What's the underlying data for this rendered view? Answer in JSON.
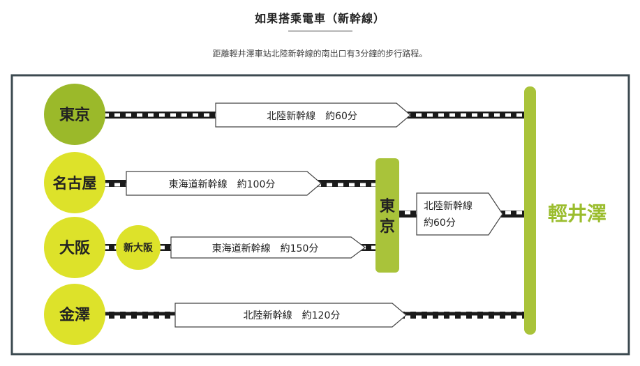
{
  "header": {
    "title": "如果搭乘電車（新幹線）",
    "subtitle": "距離輕井澤車站北陸新幹線的南出口有3分鐘的步行路程。"
  },
  "stations": {
    "tokyo_origin": "東京",
    "nagoya": "名古屋",
    "osaka": "大阪",
    "shin_osaka": "新大阪",
    "kanazawa": "金澤",
    "tokyo_hub": "東京",
    "karuizawa": "輕井澤"
  },
  "routes": {
    "tokyo_karuizawa": "北陸新幹線　約60分",
    "nagoya_tokyo": "東海道新幹線　約100分",
    "osaka_tokyo": "東海道新幹線　約150分",
    "tokyo_hub_karuizawa_line": "北陸新幹線",
    "tokyo_hub_karuizawa_time": "約60分",
    "kanazawa_karuizawa": "北陸新幹線　約120分"
  },
  "colors": {
    "olive_green": "#9bb92a",
    "yellow_green": "#dde22a",
    "bar_green": "#a9c33a",
    "karuizawa_text": "#9bbd2e",
    "frame": "#3c4a50",
    "track": "#1a1a1a"
  }
}
